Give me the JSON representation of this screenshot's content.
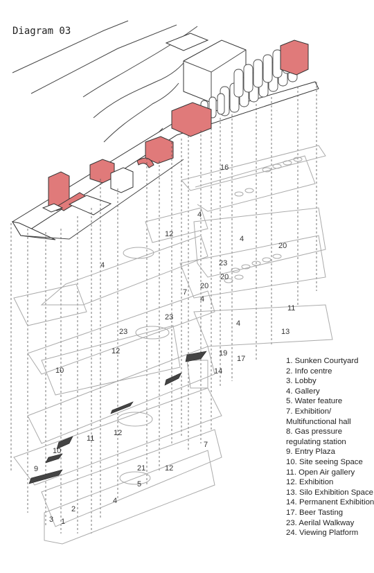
{
  "title": "Diagram 03",
  "floor_labels": [
    "16",
    "4",
    "12",
    "4",
    "20",
    "4",
    "23",
    "20",
    "7",
    "20",
    "4",
    "23",
    "4",
    "11",
    "23",
    "13",
    "12",
    "19",
    "17",
    "10",
    "14",
    "12",
    "11",
    "10",
    "9",
    "7",
    "21",
    "12",
    "5",
    "4",
    "2",
    "3",
    "1"
  ],
  "legend": [
    "1. Sunken Courtyard",
    "2. Info centre",
    "3. Lobby",
    "4. Gallery",
    "5. Water feature",
    "7. Exhibition/ Multifunctional hall",
    "8. Gas pressure regulating station",
    "9. Entry Plaza",
    "10. Site seeing Space",
    "11. Open Air gallery",
    "12. Exhibition",
    "13. Silo Exhibition Space",
    "14. Permanent Exhibition",
    "17. Beer Tasting",
    "23. Aerilal Walkway",
    "24. Viewing Platform"
  ],
  "colors": {
    "highlight": "#e07a7a",
    "line": "#444444",
    "ghost": "#aaaaaa"
  }
}
